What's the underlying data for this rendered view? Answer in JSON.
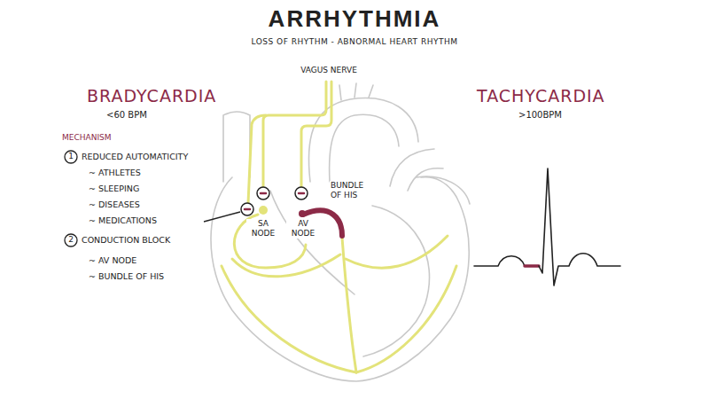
{
  "diagram": {
    "title": "ARRHYTHMIA",
    "labels": [
      "LOSS OF RHYTHM - ABNORMAL HEART RHYTHM",
      "VAGUS NERVE",
      "BRADYCARDIA",
      "<60 BPM",
      "TACHYCARDIA",
      ">100BPM",
      "MECHANISM",
      "1",
      "REDUCED AUTOMATICITY",
      "~ ATHLETES",
      "~ SLEEPING",
      "~ DISEASES",
      "~ MEDICATIONS",
      "2",
      "CONDUCTION BLOCK",
      "~ AV NODE",
      "~ BUNDLE OF HIS",
      "SA NODE",
      "AV NODE",
      "BUNDLE OF HIS"
    ]
  }
}
